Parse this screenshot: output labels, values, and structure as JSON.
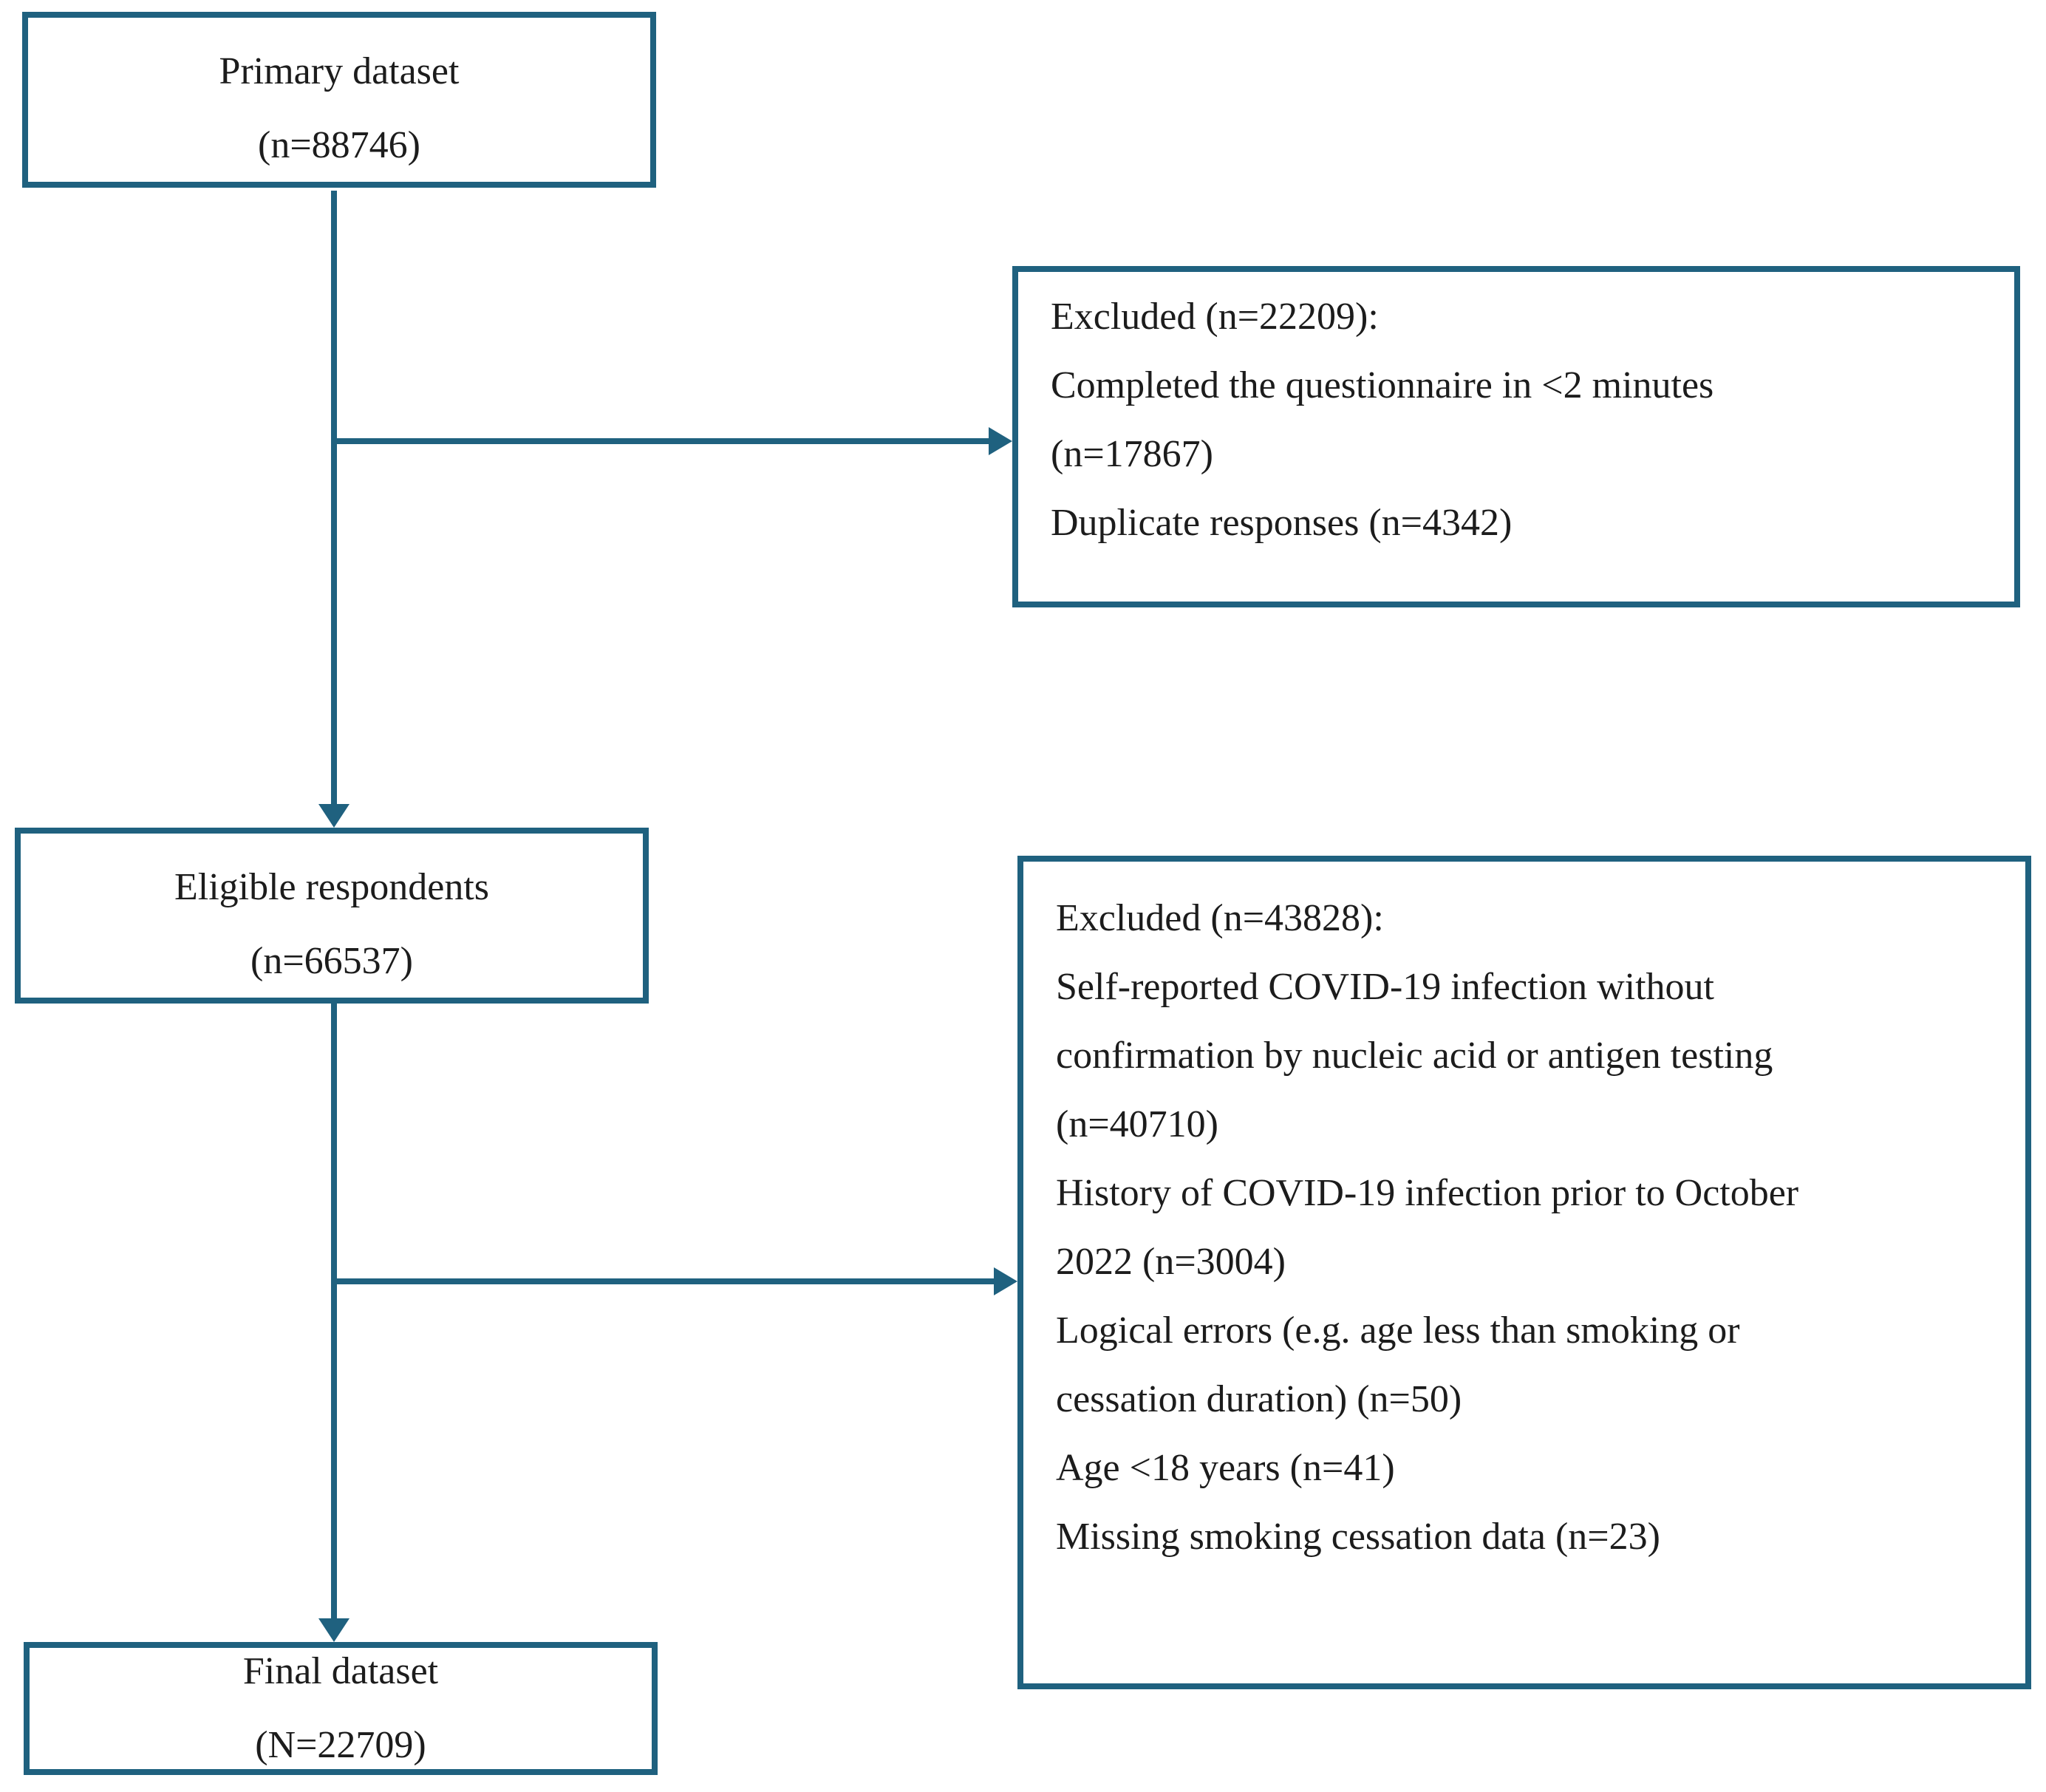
{
  "palette": {
    "line_color": "#1f617f",
    "text_color": "#1c1c1c",
    "box_fill": "#ffffff"
  },
  "flowchart": {
    "primary_box": {
      "lines": [
        "Primary dataset",
        "(n=88746)"
      ]
    },
    "excluded_box_1": {
      "lines": [
        "Excluded (n=22209):",
        "Completed the questionnaire in <2 minutes",
        "(n=17867)",
        "Duplicate responses (n=4342)"
      ]
    },
    "eligible_box": {
      "lines": [
        "Eligible respondents",
        "(n=66537)"
      ]
    },
    "excluded_box_2": {
      "lines": [
        "Excluded (n=43828):",
        "Self-reported COVID-19 infection without",
        "confirmation by nucleic acid or antigen testing",
        "(n=40710)",
        "History of COVID-19 infection prior to October",
        "2022 (n=3004)",
        "Logical errors (e.g. age less than smoking or",
        "cessation duration) (n=50)",
        "Age <18 years (n=41)",
        "Missing smoking cessation data (n=23)"
      ]
    },
    "final_box": {
      "lines": [
        "Final dataset",
        "(N=22709)"
      ]
    }
  }
}
